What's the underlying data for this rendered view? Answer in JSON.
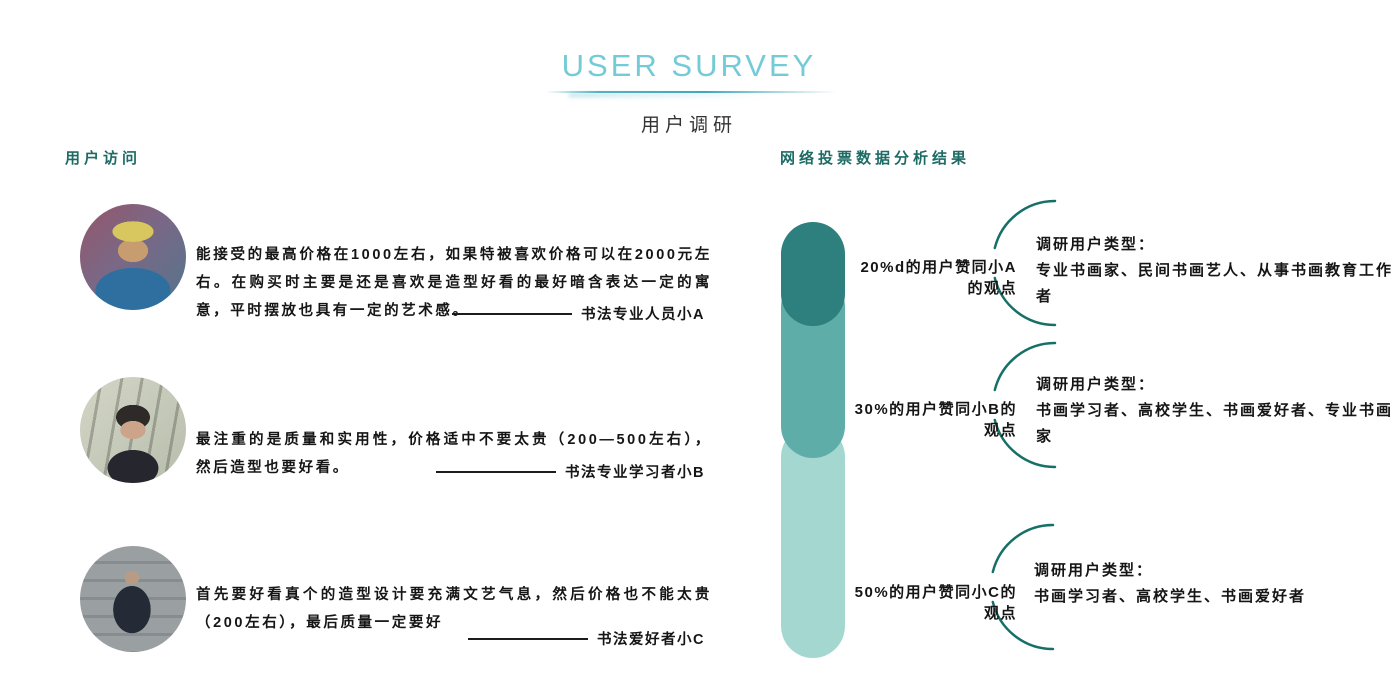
{
  "page": {
    "title": "USER SURVEY",
    "subtitle": "用户调研"
  },
  "left_section": {
    "header": "用户访问",
    "interviews": [
      {
        "avatar": "man-with-hat-photo",
        "quote": "能接受的最高价格在1000左右，如果特被喜欢价格可以在2000元左右。在购买时主要是还是喜欢是造型好看的最好暗含表达一定的寓意，平时摆放也具有一定的艺术感。",
        "attribution": "书法专业人员小A"
      },
      {
        "avatar": "woman-calligraphy-photo",
        "quote": "最注重的是质量和实用性，价格适中不要太贵（200—500左右），然后造型也要好看。",
        "attribution": "书法专业学习者小B"
      },
      {
        "avatar": "man-sitting-on-steps-photo",
        "quote": "首先要好看真个的造型设计要充满文艺气息，然后价格也不能太贵（200左右），最后质量一定要好",
        "attribution": "书法爱好者小C"
      }
    ]
  },
  "right_section": {
    "header": "网络投票数据分析结果",
    "results": [
      {
        "percent_label": "20%d的用户赞同小A的观点",
        "detail_title": "调研用户类型：",
        "detail_text": "专业书画家、民间书画艺人、从事书画教育工作者"
      },
      {
        "percent_label": "30%的用户赞同小B的观点",
        "detail_title": "调研用户类型：",
        "detail_text": "书画学习者、高校学生、书画爱好者、专业书画家"
      },
      {
        "percent_label": "50%的用户赞同小C的观点",
        "detail_title": "调研用户类型：",
        "detail_text": "书画学习者、高校学生、书画爱好者"
      }
    ]
  },
  "chart_data": {
    "type": "bar",
    "title": "网络投票数据分析结果",
    "categories": [
      "小A的观点",
      "小B的观点",
      "小C的观点"
    ],
    "values": [
      20,
      30,
      50
    ],
    "unit": "%",
    "orientation": "vertical-capsules",
    "legend": "none"
  },
  "colors": {
    "title_accent": "#74cbd8",
    "section_header": "#1d6b64",
    "arc_stroke": "#177068",
    "capsule_dark": "#2d807d",
    "capsule_medium": "#5fada8",
    "capsule_light": "#a5d7d1",
    "body_text": "#151515"
  }
}
